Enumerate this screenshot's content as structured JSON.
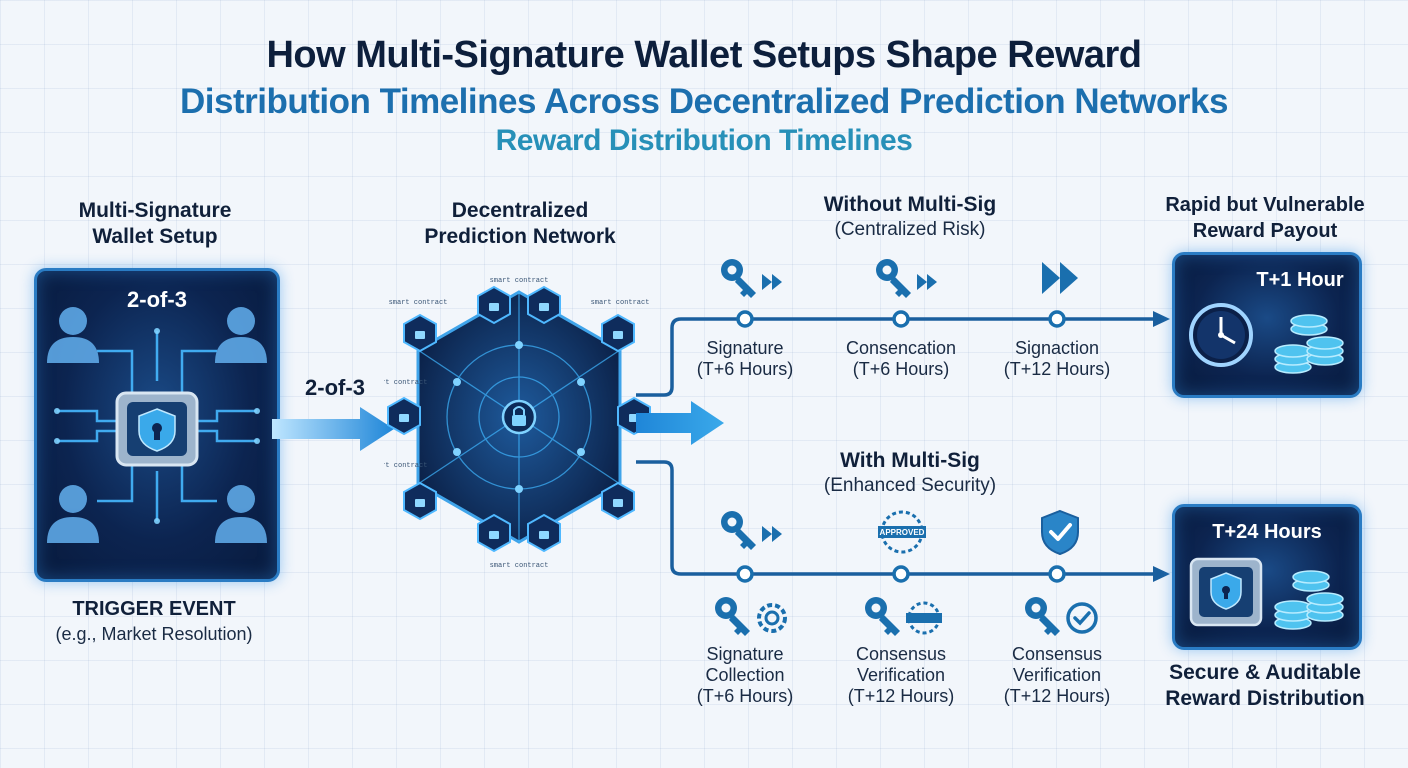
{
  "title": {
    "line1": "How Multi-Signature Wallet Setups Shape Reward",
    "line2": "Distribution Timelines Across Decentralized Prediction Networks",
    "line3": "Reward Distribution Timelines"
  },
  "wallet": {
    "label_line1": "Multi-Signature",
    "label_line2": "Wallet Setup",
    "panel_scheme": "2-of-3",
    "arrow_label": "2-of-3"
  },
  "trigger": {
    "title": "TRIGGER EVENT",
    "subtitle": "(e.g., Market Resolution)"
  },
  "network": {
    "label_line1": "Decentralized",
    "label_line2": "Prediction Network",
    "chip_text": "smart contract"
  },
  "without": {
    "title": "Without Multi-Sig",
    "subtitle": "(Centralized Risk)",
    "steps": [
      {
        "line1": "Signature",
        "line2": "(T+6 Hours)"
      },
      {
        "line1": "Consencation",
        "line2": "(T+6 Hours)"
      },
      {
        "line1": "Signaction",
        "line2": "(T+12 Hours)"
      }
    ],
    "result_line1": "Rapid but Vulnerable",
    "result_line2": "Reward Payout",
    "panel_time": "T+1 Hour"
  },
  "with": {
    "title": "With Multi-Sig",
    "subtitle": "(Enhanced Security)",
    "stamp_text": "APPROVED",
    "steps": [
      {
        "line1": "Signature",
        "line2": "Collection",
        "line3": "(T+6 Hours)"
      },
      {
        "line1": "Consensus",
        "line2": "Verification",
        "line3": "(T+12 Hours)"
      },
      {
        "line1": "Consensus",
        "line2": "Verification",
        "line3": "(T+12 Hours)"
      }
    ],
    "result_line1": "Secure & Auditable",
    "result_line2": "Reward Distribution",
    "panel_time": "T+24 Hours"
  },
  "colors": {
    "navy": "#0d1f3c",
    "blue": "#1c6fae",
    "teal": "#2790b8",
    "line": "#1a5f9e",
    "panel_dark": "#0c2450",
    "glow": "#3fb6ff"
  }
}
